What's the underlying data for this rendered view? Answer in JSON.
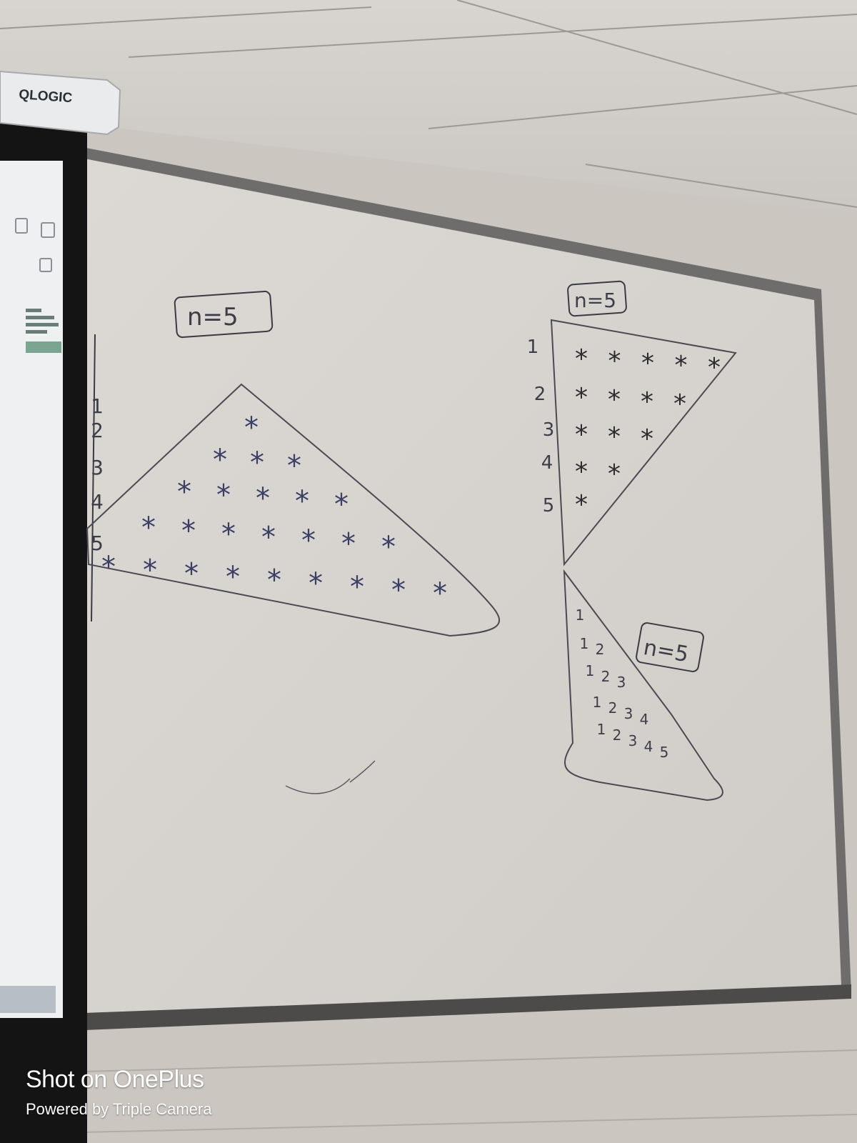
{
  "projector": {
    "brand": "QLOGIC"
  },
  "left_figure": {
    "label": "n=5",
    "row_numbers": [
      "1",
      "2",
      "3",
      "4",
      "5"
    ],
    "rows": [
      [
        "*"
      ],
      [
        "*",
        "*",
        "*"
      ],
      [
        "*",
        "*",
        "*",
        "*",
        "*"
      ],
      [
        "*",
        "*",
        "*",
        "*",
        "*",
        "*",
        "*"
      ],
      [
        "*",
        "*",
        "*",
        "*",
        "*",
        "*",
        "*",
        "*",
        "*"
      ]
    ]
  },
  "right_top_figure": {
    "label": "n=5",
    "row_numbers": [
      "1",
      "2",
      "3",
      "4",
      "5"
    ],
    "rows": [
      [
        "*",
        "*",
        "*",
        "*",
        "*"
      ],
      [
        "*",
        "*",
        "*",
        "*"
      ],
      [
        "*",
        "*",
        "*"
      ],
      [
        "*",
        "*"
      ],
      [
        "*"
      ]
    ]
  },
  "right_bottom_figure": {
    "label": "n=5",
    "rows": [
      [
        "1"
      ],
      [
        "1",
        "2"
      ],
      [
        "1",
        "2",
        "3"
      ],
      [
        "1",
        "2",
        "3",
        "4"
      ],
      [
        "1",
        "2",
        "3",
        "4",
        "5"
      ]
    ]
  },
  "watermark": {
    "title": "Shot on OnePlus",
    "subtitle": "Powered by Triple Camera"
  }
}
